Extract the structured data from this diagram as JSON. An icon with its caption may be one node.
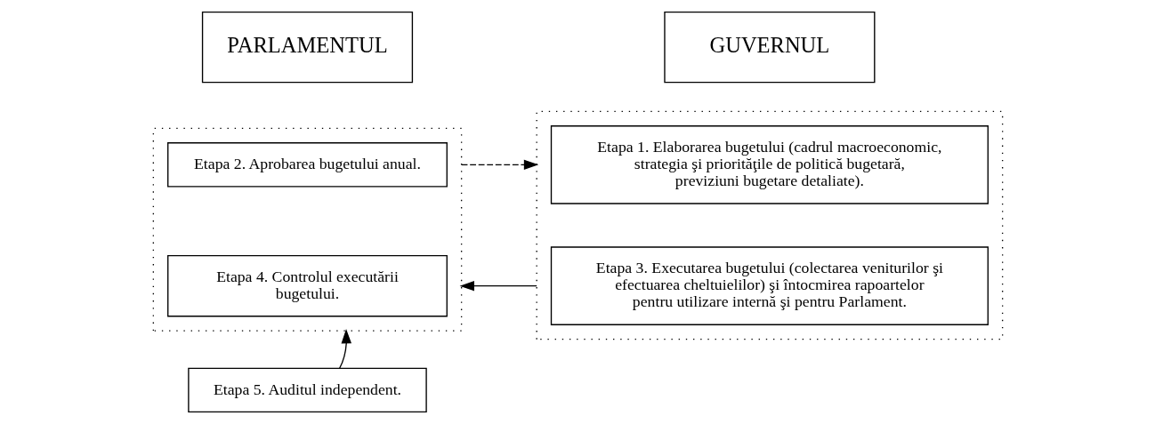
{
  "diagram": {
    "nodes": [
      {
        "text": [
          "PARLAMENTUL"
        ]
      },
      {
        "text": [],
        "shape": "box"
      },
      {
        "text": [
          "Etapa 2. Aprobarea bugetului anual."
        ],
        "in": 1
      },
      {
        "text": [
          "Etapa 4. Controlul executării bugetului."
        ],
        "in": 1
      },
      {
        "text": [
          "Etapa 5. Auditul independent."
        ]
      },
      {
        "text": [
          "GUVERNUL"
        ]
      },
      {
        "text": [],
        "shape": "box"
      },
      {
        "text": [
          "Etapa 1. Elaborarea bugetului (cadrul macroeconomic, strategia şi priorităţile de politică bugetară, previziuni bugetare detaliate)."
        ],
        "in": 6
      },
      {
        "text": [
          "Etapa 3. Executarea bugetului (colectarea veniturilor şi efectuarea cheltuielilor) şi întocmirea rapoartelor pentru utilizare internă şi pentru Parlament."
        ],
        "in": 6
      }
    ],
    "edges": [
      {
        "from": 1,
        "to": 6,
        "arrow": "to",
        "style": "dashed"
      },
      {
        "from": 6,
        "to": 1,
        "arrow": "to"
      },
      {
        "from": 4,
        "to": 1,
        "arrow": "to"
      }
    ]
  }
}
